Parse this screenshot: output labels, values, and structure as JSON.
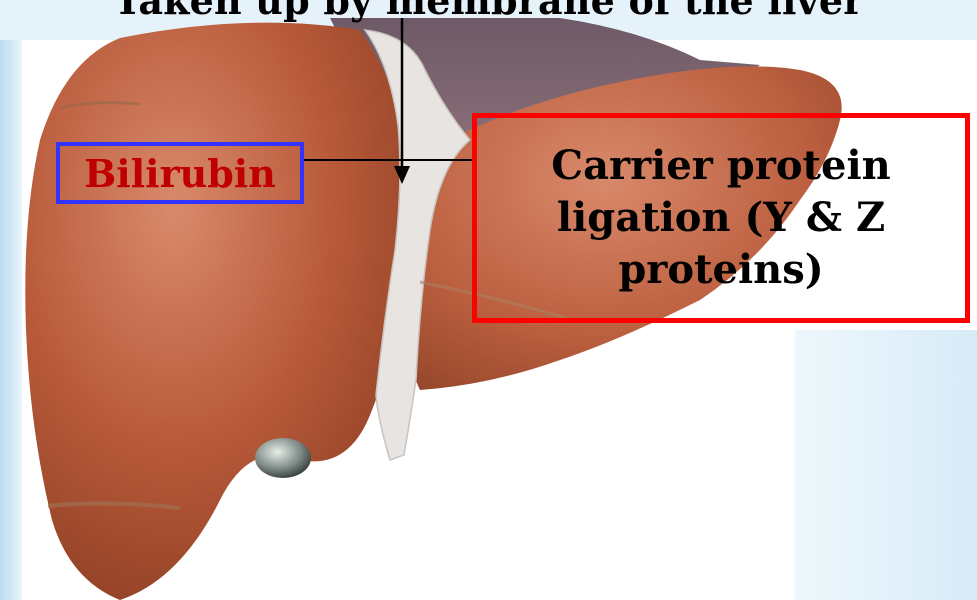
{
  "title": "Taken up by membrane of the liver",
  "labels": {
    "bilirubin": "Bilirubin",
    "carrier": "Carrier protein ligation (Y & Z proteins)"
  },
  "colors": {
    "bilirubin_box": "#3333ff",
    "bilirubin_text": "#c00000",
    "carrier_box": "#ff0000",
    "liver": "#b85a3a",
    "ligament": "#e7e4e1",
    "background_band": "#cfe6f5"
  }
}
